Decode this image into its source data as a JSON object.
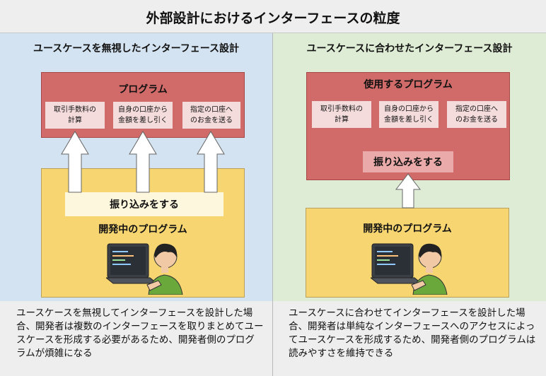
{
  "title": "外部設計におけるインターフェースの粒度",
  "left": {
    "heading": "ユースケースを無視したインターフェース設計",
    "program_label": "プログラム",
    "functions": [
      "取引手数料の\n計算",
      "自身の口座から\n金額を差し引く",
      "指定の口座へ\nのお金を送る"
    ],
    "transfer_label": "振り込みをする",
    "dev_label": "開発中のプログラム",
    "description": "ユースケースを無視してインターフェースを設計した場合、開発者は複数のインターフェースを取りまとめてユースケースを形成する必要があるため、開発者側のプログラムが煩雑になる"
  },
  "right": {
    "heading": "ユースケースに合わせたインターフェース設計",
    "program_label": "使用するプログラム",
    "functions": [
      "取引手数料の\n計算",
      "自身の口座から\n金額を差し引く",
      "指定の口座へ\nのお金を送る"
    ],
    "transfer_label": "振り込みをする",
    "dev_label": "開発中のプログラム",
    "description": "ユースケースに合わせてインターフェースを設計した場合、開発者は単純なインターフェースへのアクセスによってユースケースを形成するため、開発者側のプログラムは読みやすさを維持できる"
  },
  "colors": {
    "left_bg": "#d4e3f1",
    "right_bg": "#dfecd5",
    "program_red": "#d16b69",
    "function_pink": "#f5dcdc",
    "dev_yellow": "#f7d672"
  },
  "icons": [
    "developer-at-laptop-illustration",
    "up-arrow-icon"
  ]
}
